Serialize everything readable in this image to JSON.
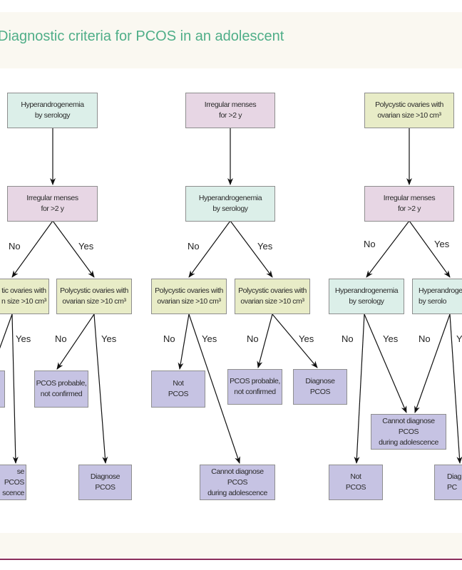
{
  "title": "Diagnostic criteria for PCOS in an adolescent",
  "colors": {
    "title": "#4fae88",
    "hyperandrogenemia": "#dcefe9",
    "menses": "#e7d6e4",
    "ovaries": "#e8ecc7",
    "outcome": "#c6c3e3",
    "rule": "#8a2d5a"
  },
  "nodes": {
    "hyper": "Hyperandrogenemia\nby serology",
    "menses": "Irregular menses\nfor >2 y",
    "pco": "Polycystic ovaries with\novarian size >10 cm³",
    "probable": "PCOS probable,\nnot confirmed",
    "diagnose": "Diagnose\nPCOS",
    "not": "Not\nPCOS",
    "cannot": "Cannot diagnose PCOS\nduring adolescence",
    "pco_partial": "tic ovaries with\nn size >10 cm³",
    "cannot_partial": "se PCOS\nscence",
    "hyper_partial": "Hyperandroge\nby serolo",
    "diagnose_partial": "Diag\nPC"
  },
  "labels": {
    "no": "No",
    "yes": "Yes",
    "yes_partial": "Y"
  }
}
